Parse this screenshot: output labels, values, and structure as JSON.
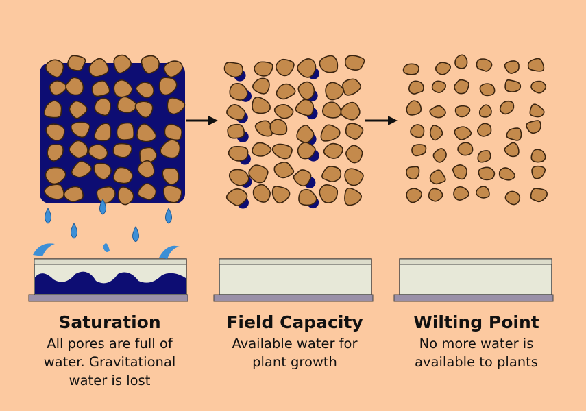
{
  "colors": {
    "background": "#fcc9a0",
    "soil_particle": "#c48a4c",
    "particle_outline": "#3a2410",
    "water": "#0d0d73",
    "droplet": "#3d8fd6",
    "container_fill": "#e7e8d8",
    "container_base": "#9a90a8"
  },
  "stages": [
    {
      "title": "Saturation",
      "description_lines": [
        "All pores are full of",
        "water. Gravitational",
        "water is lost"
      ],
      "water_in_pores": "full"
    },
    {
      "title": "Field Capacity",
      "description_lines": [
        "Available water for",
        "plant growth"
      ],
      "water_in_pores": "partial"
    },
    {
      "title": "Wilting Point",
      "description_lines": [
        "No more water is",
        "available to plants"
      ],
      "water_in_pores": "none"
    }
  ],
  "icons": {
    "arrow_1": "right-arrow-icon",
    "arrow_2": "right-arrow-icon",
    "droplets": "water-drop-icon"
  }
}
